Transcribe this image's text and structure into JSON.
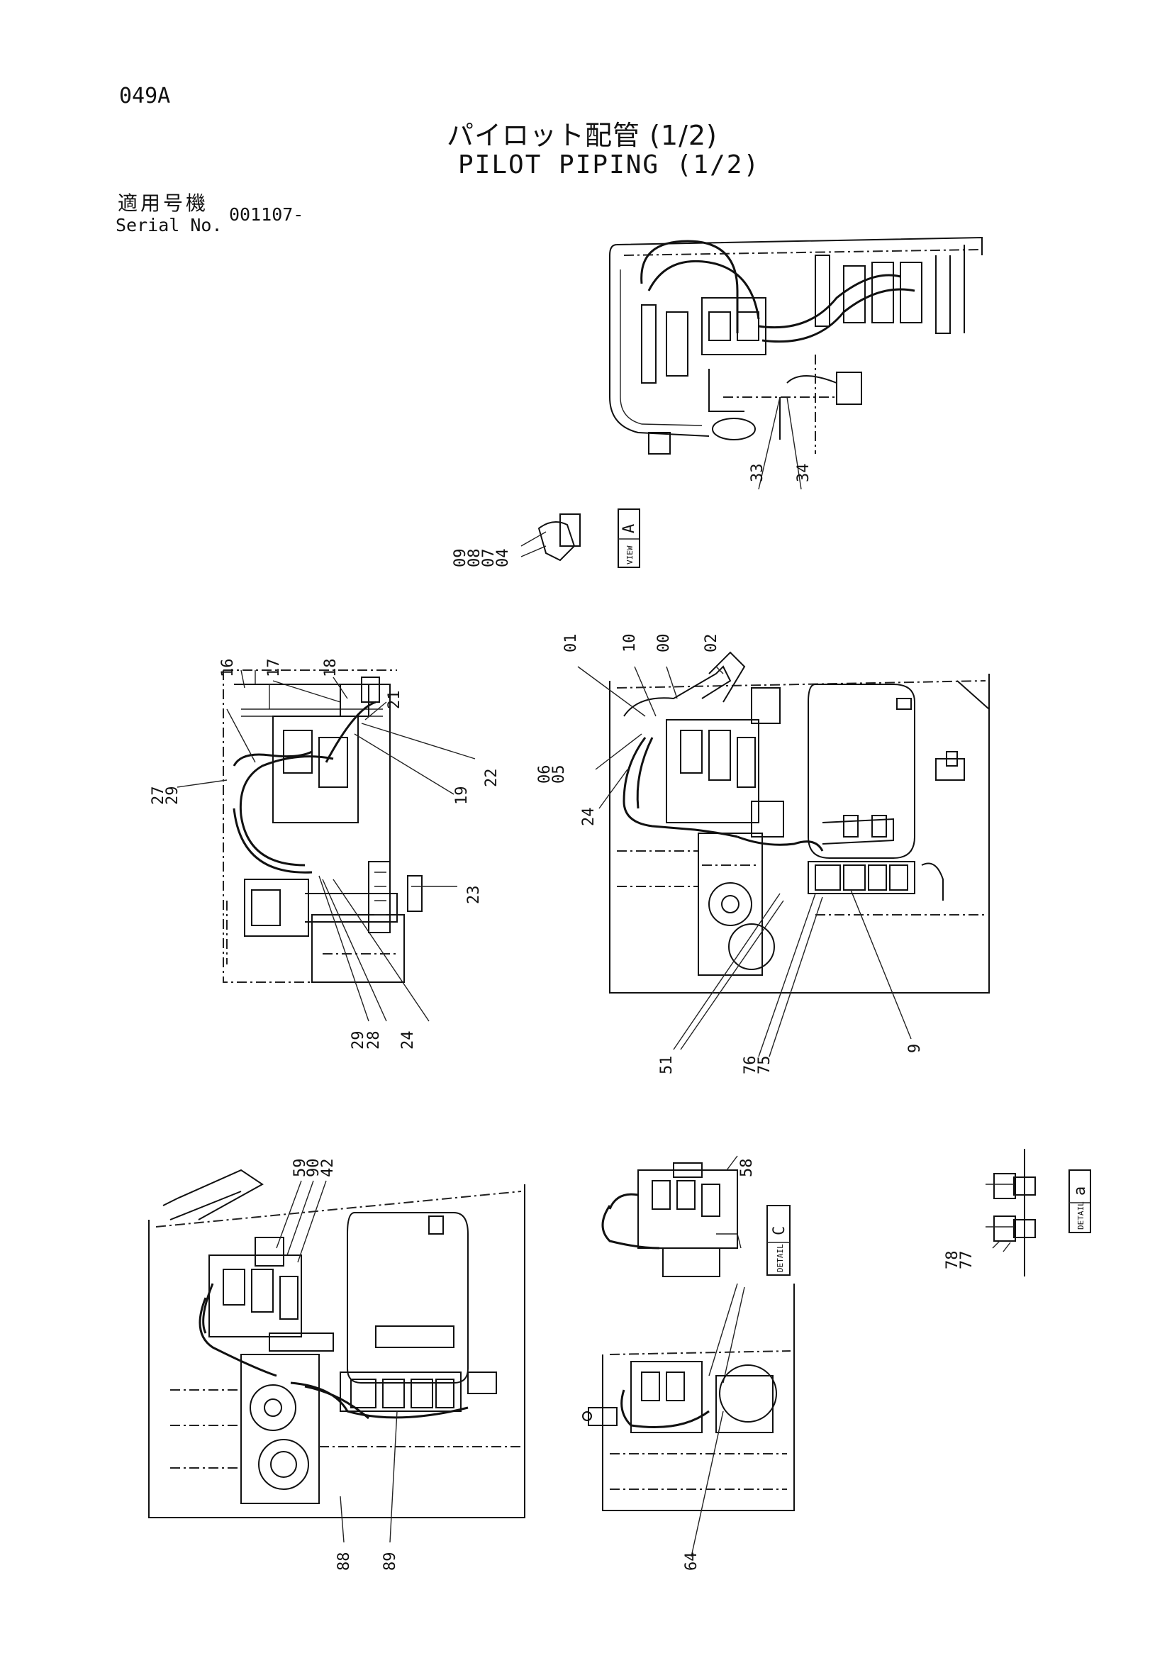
{
  "header": {
    "page_code": "049A",
    "title_jp": "パイロット配管 (1/2)",
    "title_en": "PILOT PIPING (1/2)",
    "serial_label_jp": "適用号機",
    "serial_label_en": "Serial No.",
    "serial_value": "001107-"
  },
  "views": {
    "view_a_letter": "A",
    "view_a_caption": "VIEW",
    "detail_c_letter": "C",
    "detail_c_caption": "DETAIL",
    "detail_a_letter": "a",
    "detail_a_caption": "DETAIL"
  },
  "callouts": {
    "top_view": [
      "33",
      "34"
    ],
    "view_a": [
      "09",
      "08",
      "07",
      "04"
    ],
    "left_middle": [
      "16",
      "17",
      "18",
      "21",
      "22",
      "19",
      "27",
      "29",
      "23",
      "29",
      "28",
      "24"
    ],
    "right_middle": [
      "01",
      "10",
      "00",
      "02",
      "06",
      "05",
      "24",
      "51",
      "76",
      "75",
      "9"
    ],
    "bottom_left": [
      "59",
      "90",
      "42",
      "88",
      "89"
    ],
    "detail_c": [
      "58",
      "64"
    ],
    "detail_a": [
      "78",
      "77"
    ]
  }
}
